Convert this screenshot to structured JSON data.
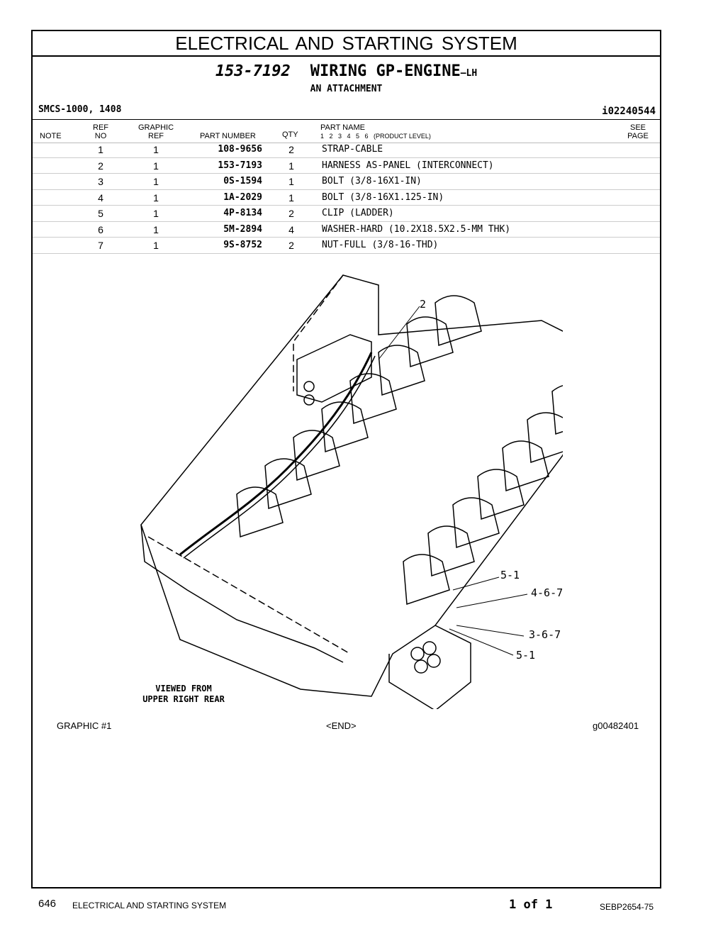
{
  "section_title": "ELECTRICAL AND STARTING SYSTEM",
  "group": {
    "number": "153-7192",
    "name": "WIRING GP-ENGINE",
    "suffix": "—LH",
    "subtitle": "AN ATTACHMENT"
  },
  "smcs": "SMCS-1000, 1408",
  "illustration_id": "i02240544",
  "table_header": {
    "note": "NOTE",
    "ref_no": [
      "REF",
      "NO"
    ],
    "graphic_ref": [
      "GRAPHIC",
      "REF"
    ],
    "part_number": "PART NUMBER",
    "qty": "QTY",
    "part_name": "PART NAME",
    "product_level": "1   2   3   4   5   6   (PRODUCT LEVEL)",
    "see_page": [
      "SEE",
      "PAGE"
    ]
  },
  "parts": [
    {
      "ref": "1",
      "graphic": "1",
      "part_number": "108-9656",
      "qty": "2",
      "name": "STRAP-CABLE"
    },
    {
      "ref": "2",
      "graphic": "1",
      "part_number": "153-7193",
      "qty": "1",
      "name": "HARNESS AS-PANEL (INTERCONNECT)"
    },
    {
      "ref": "3",
      "graphic": "1",
      "part_number": "0S-1594",
      "qty": "1",
      "name": "BOLT (3/8-16X1-IN)"
    },
    {
      "ref": "4",
      "graphic": "1",
      "part_number": "1A-2029",
      "qty": "1",
      "name": "BOLT (3/8-16X1.125-IN)"
    },
    {
      "ref": "5",
      "graphic": "1",
      "part_number": "4P-8134",
      "qty": "2",
      "name": "CLIP (LADDER)"
    },
    {
      "ref": "6",
      "graphic": "1",
      "part_number": "5M-2894",
      "qty": "4",
      "name": "WASHER-HARD (10.2X18.5X2.5-MM THK)"
    },
    {
      "ref": "7",
      "graphic": "1",
      "part_number": "9S-8752",
      "qty": "2",
      "name": "NUT-FULL (3/8-16-THD)"
    }
  ],
  "figure": {
    "callouts": [
      "2",
      "5-1",
      "4-6-7",
      "3-6-7",
      "5-1"
    ],
    "view_note": [
      "VIEWED FROM",
      "UPPER RIGHT REAR"
    ]
  },
  "graphic_label": "GRAPHIC #1",
  "end_marker": "<END>",
  "graphic_id": "g00482401",
  "footer": {
    "page_number": "646",
    "section": "ELECTRICAL AND STARTING SYSTEM",
    "page_of": "1 of 1",
    "doc_id": "SEBP2654-75"
  }
}
